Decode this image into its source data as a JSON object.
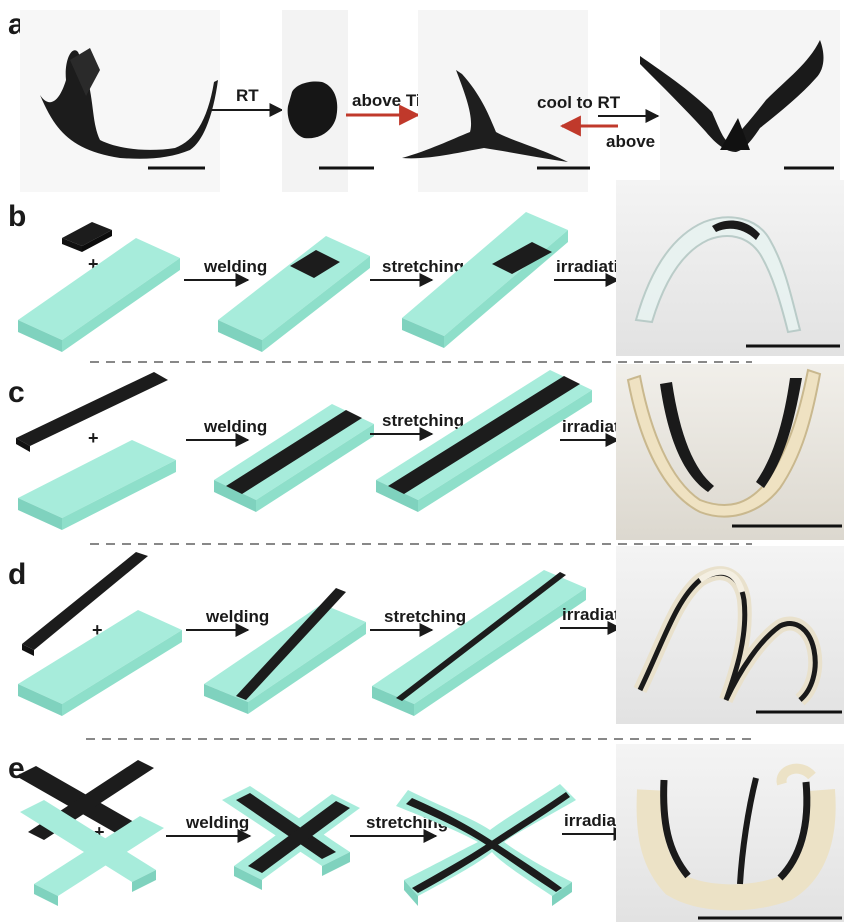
{
  "colors": {
    "substrate_top": "#a7ecdb",
    "substrate_side": "#7fd2be",
    "strip": "#1c1c1c",
    "arrow": "#1a1a1a",
    "arrow_red": "#c0392b",
    "photo_bg": "#ececec"
  },
  "panel_a": {
    "letter": "a",
    "label_rt": "RT",
    "label_above_ti_1": "above Ti",
    "label_cool_to_rt": "cool to RT",
    "label_above_ti_2": "above Ti"
  },
  "panel_b": {
    "letter": "b",
    "plus": "+",
    "step1": "welding",
    "step2": "stretching",
    "step3": "irradiating"
  },
  "panel_c": {
    "letter": "c",
    "plus": "+",
    "step1": "welding",
    "step2": "stretching",
    "step3": "irradiating"
  },
  "panel_d": {
    "letter": "d",
    "plus": "+",
    "step1": "welding",
    "step2": "stretching",
    "step3": "irradiating"
  },
  "panel_e": {
    "letter": "e",
    "plus": "+",
    "step1": "welding",
    "step2": "stretching",
    "step3": "irradiating"
  }
}
